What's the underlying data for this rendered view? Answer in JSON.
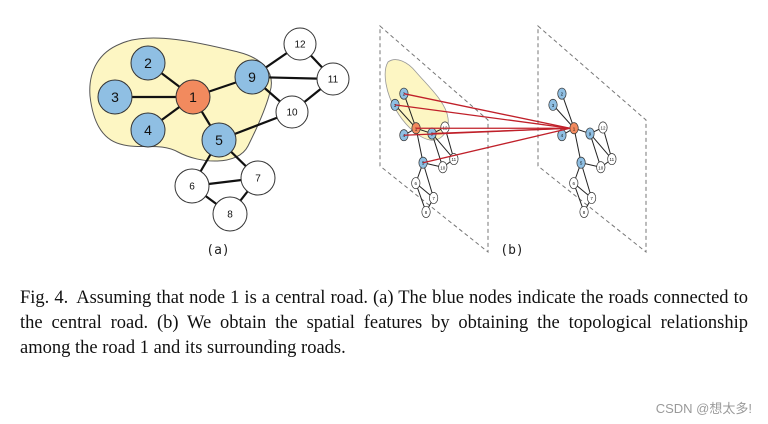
{
  "figure": {
    "panel_a": {
      "label": "(a)",
      "nodes": [
        {
          "id": "1",
          "type": "central"
        },
        {
          "id": "2",
          "type": "connected"
        },
        {
          "id": "3",
          "type": "connected"
        },
        {
          "id": "4",
          "type": "connected"
        },
        {
          "id": "5",
          "type": "connected"
        },
        {
          "id": "9",
          "type": "connected"
        },
        {
          "id": "6",
          "type": "other"
        },
        {
          "id": "7",
          "type": "other"
        },
        {
          "id": "8",
          "type": "other"
        },
        {
          "id": "10",
          "type": "other"
        },
        {
          "id": "11",
          "type": "other"
        },
        {
          "id": "12",
          "type": "other"
        }
      ],
      "edges": [
        [
          "1",
          "2"
        ],
        [
          "1",
          "3"
        ],
        [
          "1",
          "4"
        ],
        [
          "1",
          "5"
        ],
        [
          "1",
          "9"
        ],
        [
          "9",
          "12"
        ],
        [
          "9",
          "11"
        ],
        [
          "9",
          "10"
        ],
        [
          "12",
          "11"
        ],
        [
          "11",
          "10"
        ],
        [
          "5",
          "10"
        ],
        [
          "5",
          "6"
        ],
        [
          "5",
          "7"
        ],
        [
          "6",
          "7"
        ],
        [
          "6",
          "8"
        ],
        [
          "7",
          "8"
        ]
      ]
    },
    "panel_b": {
      "label": "(b)"
    },
    "colors": {
      "central": "#f28a5e",
      "connected": "#8fbfe3",
      "other": "#ffffff",
      "region": "#fdf6c3",
      "link": "#c0202a"
    }
  },
  "caption": {
    "label": "Fig. 4.",
    "text": "Assuming that node 1 is a central road. (a) The blue nodes indicate the roads connected to the central road. (b) We obtain the spatial features by obtaining the topological relationship among the road 1 and its surrounding roads."
  },
  "watermark": "CSDN @想太多!"
}
